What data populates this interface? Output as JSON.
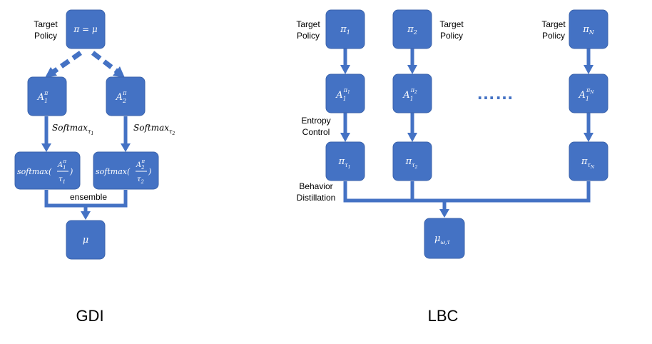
{
  "gdi": {
    "caption": "GDI",
    "target_policy_line1": "Target",
    "target_policy_line2": "Policy",
    "ensemble_label": "ensemble",
    "top_node": {
      "main": "π = μ"
    },
    "adv1": {
      "base": "A",
      "sub": "1",
      "sup": "π"
    },
    "adv2": {
      "base": "A",
      "sub": "2",
      "sup": "π"
    },
    "softmax_edge1": {
      "base": "Softmax",
      "sub": "τ",
      "subsub": "1"
    },
    "softmax_edge2": {
      "base": "Softmax",
      "sub": "τ",
      "subsub": "2"
    },
    "soft1": {
      "prefix": "softmax(",
      "num_base": "A",
      "num_sub": "1",
      "num_sup": "π",
      "den_base": "τ",
      "den_sub": "1",
      "suffix": ")"
    },
    "soft2": {
      "prefix": "softmax(",
      "num_base": "A",
      "num_sub": "2",
      "num_sup": "π",
      "den_base": "τ",
      "den_sub": "2",
      "suffix": ")"
    },
    "bottom_node": {
      "main": "μ"
    }
  },
  "lbc": {
    "caption": "LBC",
    "target_policy_line1": "Target",
    "target_policy_line2": "Policy",
    "entropy_line1": "Entropy",
    "entropy_line2": "Control",
    "behavior_line1": "Behavior",
    "behavior_line2": "Distillation",
    "ellipsis": "……",
    "policies": [
      {
        "base": "π",
        "sub": "1"
      },
      {
        "base": "π",
        "sub": "2"
      },
      {
        "base": "π",
        "sub": "N"
      }
    ],
    "advantages": [
      {
        "base": "A",
        "sub": "1",
        "sup_base": "π",
        "sup_sub": "1"
      },
      {
        "base": "A",
        "sub": "1",
        "sup_base": "π",
        "sup_sub": "2"
      },
      {
        "base": "A",
        "sub": "1",
        "sup_base": "π",
        "sup_sub": "N"
      }
    ],
    "temp_policies": [
      {
        "base": "π",
        "sub": "τ",
        "subsub": "1"
      },
      {
        "base": "π",
        "sub": "τ",
        "subsub": "2"
      },
      {
        "base": "π",
        "sub": "τ",
        "subsub": "N"
      }
    ],
    "output_node": {
      "base": "μ",
      "sub": "ω,τ"
    }
  }
}
